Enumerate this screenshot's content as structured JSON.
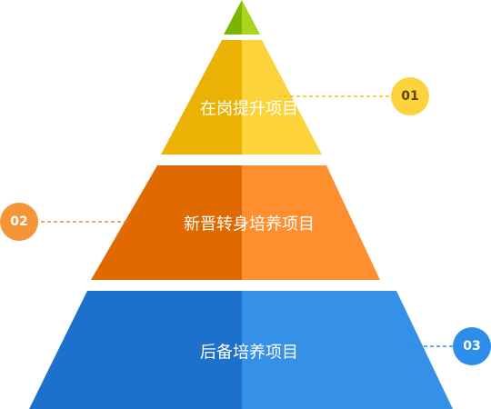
{
  "tiers": [
    {
      "number": "01",
      "label": "在岗提升项目",
      "colors": {
        "left": "#ECB105",
        "right": "#FDD33C",
        "badge": "#FDD33C",
        "badge_text": "#5a4800",
        "line": "#F5BE13"
      }
    },
    {
      "number": "02",
      "label": "新晋转身培养项目",
      "colors": {
        "left": "#E06A00",
        "right": "#FF8F2E",
        "badge": "#F59535",
        "badge_text": "#ffffff",
        "line": "#F08A2A"
      }
    },
    {
      "number": "03",
      "label": "后备培养项目",
      "colors": {
        "left": "#1D70CC",
        "right": "#3591E8",
        "badge": "#2D8EEA",
        "badge_text": "#ffffff",
        "line": "#2D8EEA"
      }
    }
  ],
  "apex_colors": {
    "left": "#7CB500",
    "right": "#A8D620"
  }
}
